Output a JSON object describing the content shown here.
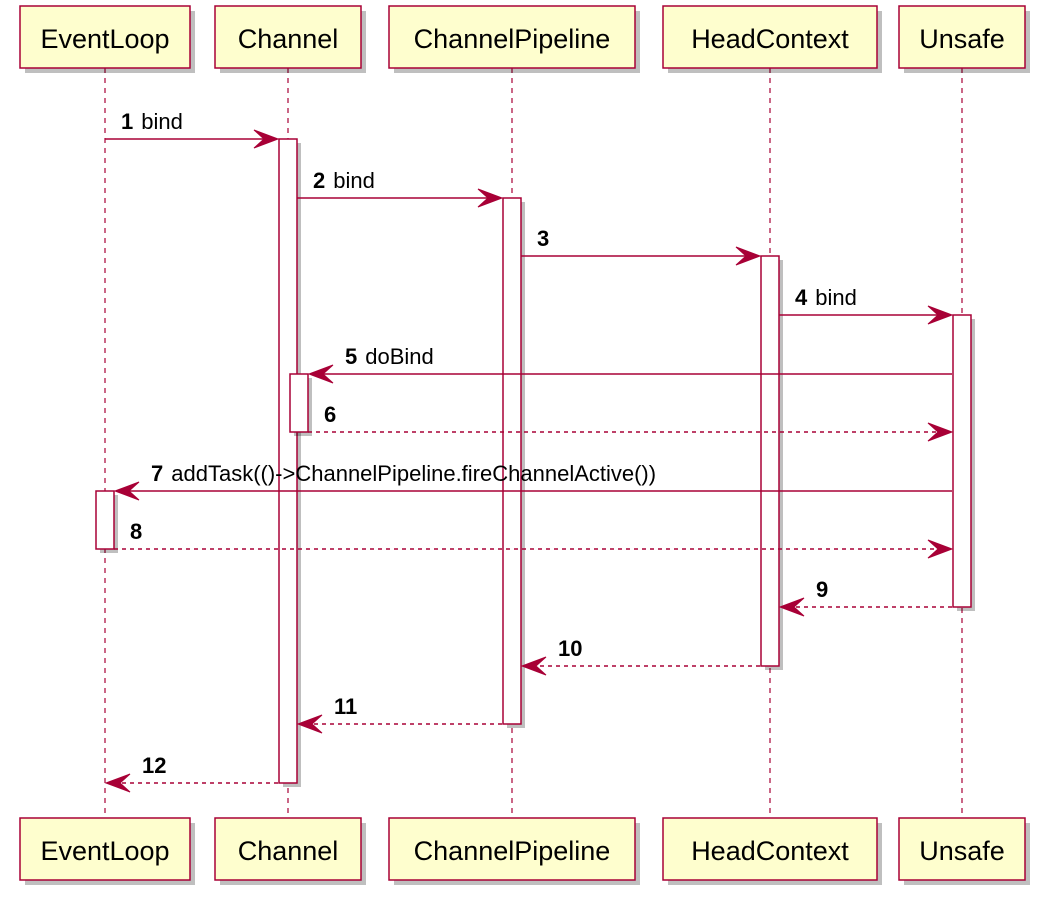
{
  "participants": [
    {
      "id": "eventloop",
      "label": "EventLoop"
    },
    {
      "id": "channel",
      "label": "Channel"
    },
    {
      "id": "pipeline",
      "label": "ChannelPipeline"
    },
    {
      "id": "head",
      "label": "HeadContext"
    },
    {
      "id": "unsafe",
      "label": "Unsafe"
    }
  ],
  "messages": [
    {
      "num": "1",
      "text": "bind",
      "from": "eventloop",
      "to": "channel",
      "style": "solid"
    },
    {
      "num": "2",
      "text": "bind",
      "from": "channel",
      "to": "pipeline",
      "style": "solid"
    },
    {
      "num": "3",
      "text": "",
      "from": "pipeline",
      "to": "head",
      "style": "solid"
    },
    {
      "num": "4",
      "text": "bind",
      "from": "head",
      "to": "unsafe",
      "style": "solid"
    },
    {
      "num": "5",
      "text": "doBind",
      "from": "unsafe",
      "to": "channel",
      "style": "solid"
    },
    {
      "num": "6",
      "text": "",
      "from": "channel",
      "to": "unsafe",
      "style": "dashed"
    },
    {
      "num": "7",
      "text": "addTask(()->ChannelPipeline.fireChannelActive())",
      "from": "unsafe",
      "to": "eventloop",
      "style": "solid"
    },
    {
      "num": "8",
      "text": "",
      "from": "eventloop",
      "to": "unsafe",
      "style": "dashed"
    },
    {
      "num": "9",
      "text": "",
      "from": "unsafe",
      "to": "head",
      "style": "dashed"
    },
    {
      "num": "10",
      "text": "",
      "from": "head",
      "to": "pipeline",
      "style": "dashed"
    },
    {
      "num": "11",
      "text": "",
      "from": "pipeline",
      "to": "channel",
      "style": "dashed"
    },
    {
      "num": "12",
      "text": "",
      "from": "channel",
      "to": "eventloop",
      "style": "dashed"
    }
  ],
  "colors": {
    "border": "#A80036",
    "box_fill": "#FEFECE"
  }
}
